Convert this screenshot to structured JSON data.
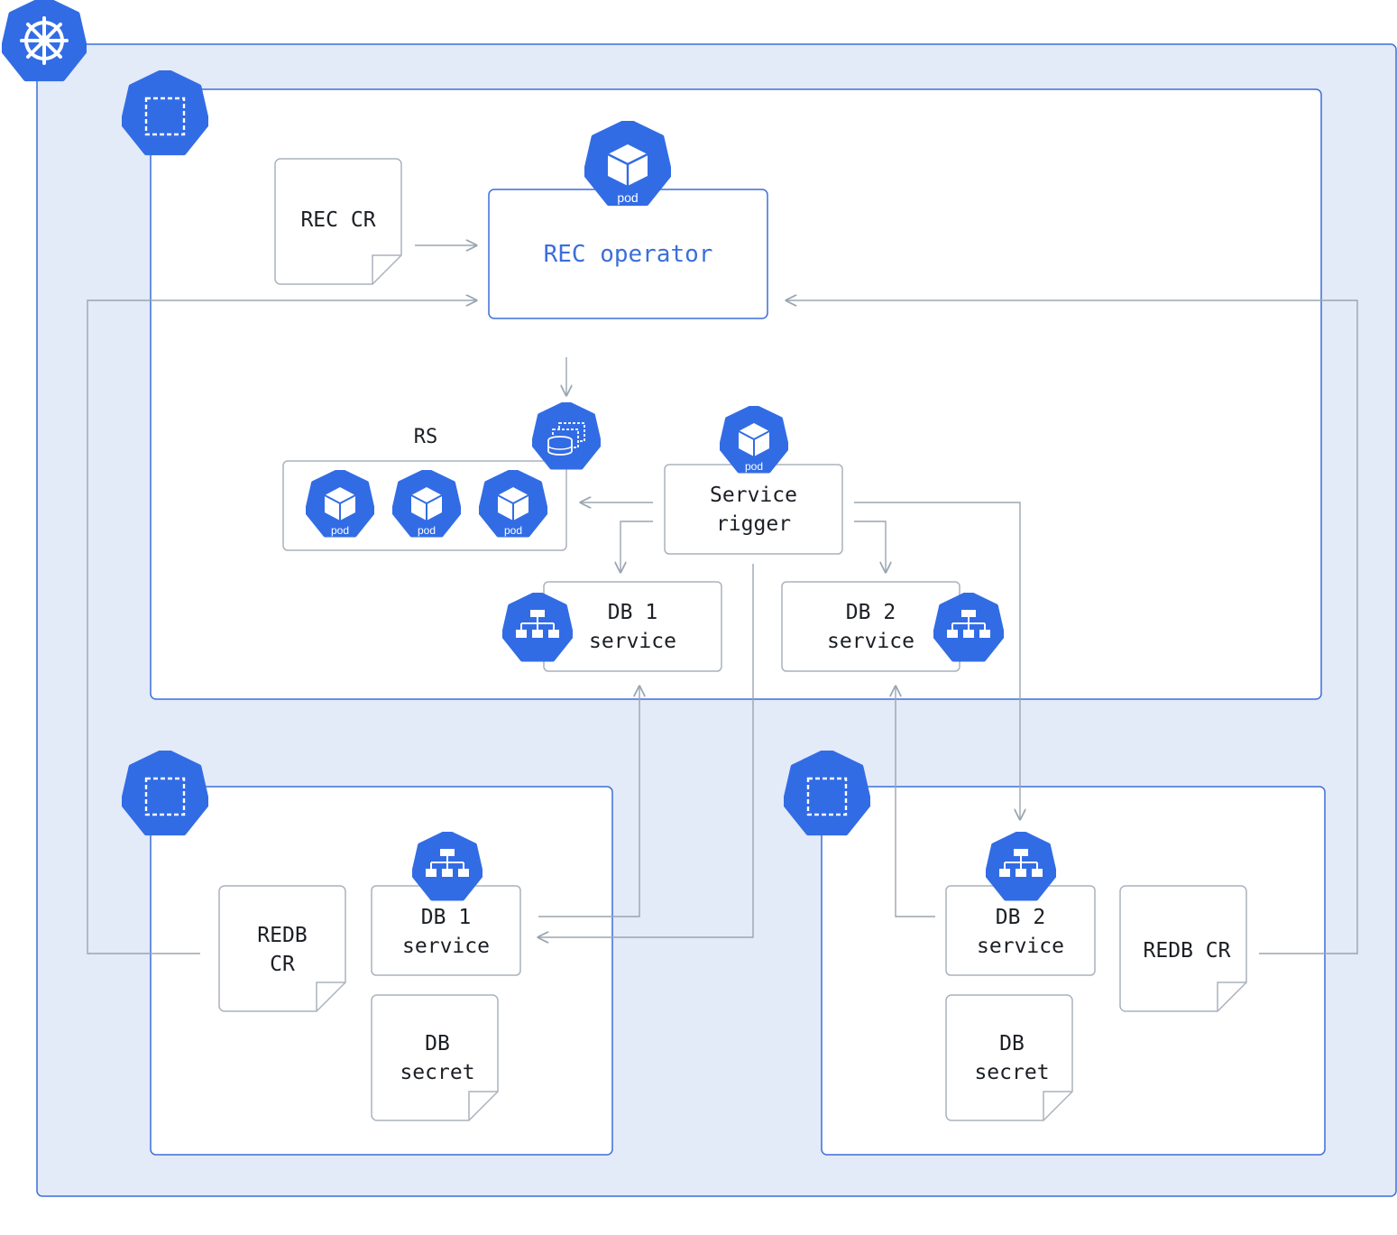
{
  "colors": {
    "cluster_bg": "#e3eaf8",
    "frame": "#3b6fd9",
    "icon_blue": "#326ce5",
    "box_stroke": "#aab2bd",
    "arrow": "#9aa5b1",
    "text": "#1b1f24"
  },
  "icons": {
    "cluster": "kubernetes-helm-icon",
    "namespace": "namespace-icon",
    "pod": "pod-cube-icon",
    "replicaset": "replicaset-icon",
    "service": "service-hierarchy-icon"
  },
  "pod_icon_label": "pod",
  "main_namespace": {
    "rec_cr": "REC CR",
    "rec_operator": "REC operator",
    "rs_label": "RS",
    "service_rigger": "Service\nrigger",
    "db1_service": "DB 1\nservice",
    "db2_service": "DB 2\nservice"
  },
  "namespace_1": {
    "redb_cr": "REDB\nCR",
    "db_service": "DB 1\nservice",
    "db_secret": "DB\nsecret"
  },
  "namespace_2": {
    "db_service": "DB 2\nservice",
    "redb_cr": "REDB CR",
    "db_secret": "DB\nsecret"
  }
}
